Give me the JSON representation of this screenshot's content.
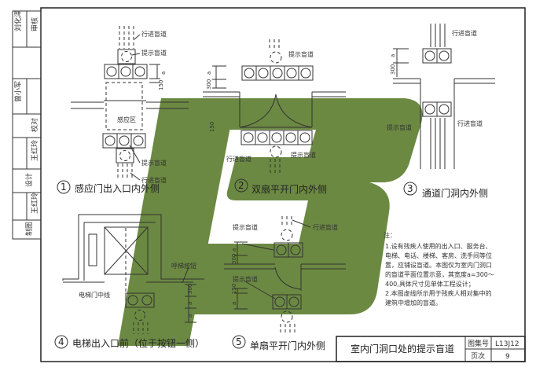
{
  "title_strip": {
    "roles": [
      "审核",
      "校对",
      "设计",
      "制图"
    ],
    "signatures": [
      "刘化泽",
      "曾小军",
      "王红玲",
      "王红玲"
    ]
  },
  "diagrams": [
    {
      "number": "1",
      "caption": "感应门出入口内外侧",
      "labels": {
        "travel": "行进盲道",
        "hint": "提示盲道",
        "zone": "感应区"
      },
      "dims": [
        "a",
        "150"
      ]
    },
    {
      "number": "2",
      "caption": "双扇平开门内外侧",
      "labels": {
        "travel": "行进盲道",
        "hint": "提示盲道"
      },
      "dims": [
        "a",
        "300",
        "150"
      ]
    },
    {
      "number": "3",
      "caption": "通道门洞内外侧",
      "labels": {
        "travel": "行进盲道",
        "hint": "提示盲道"
      },
      "dims": [
        "a",
        "300"
      ]
    },
    {
      "number": "4",
      "caption": "电梯出入口前（位于按钮一侧）",
      "labels": {
        "button": "呼梯按钮",
        "centerline": "电梯门中线"
      },
      "dims": [
        "300",
        "a",
        "a"
      ]
    },
    {
      "number": "5",
      "caption": "单扇平开门内外侧",
      "labels": {
        "travel": "行进盲道",
        "hint": "提示盲道"
      },
      "dims": [
        "a",
        "300",
        "150",
        "a"
      ]
    }
  ],
  "notes": {
    "heading": "注：",
    "lines": [
      "1.设有残疾人使用的出入口、服务台、",
      "电梯、电话、楼梯、客房、洗手间等位",
      "置，应铺设盲道。本图仅为室内门洞口",
      "的盲道平面位置示意，其宽度a=300～",
      "400,具体尺寸见单体工程设计；",
      "2.本图虚线所示用于残疾人相对集中的",
      "建筑中增加的盲道。"
    ]
  },
  "title_block": {
    "title": "室内门洞口处的提示盲道",
    "atlas_label": "图集号",
    "atlas_value": "L13J12",
    "page_label": "页次",
    "page_value": "9"
  },
  "colors": {
    "watermark": "#5f7f32",
    "line": "#333333"
  }
}
